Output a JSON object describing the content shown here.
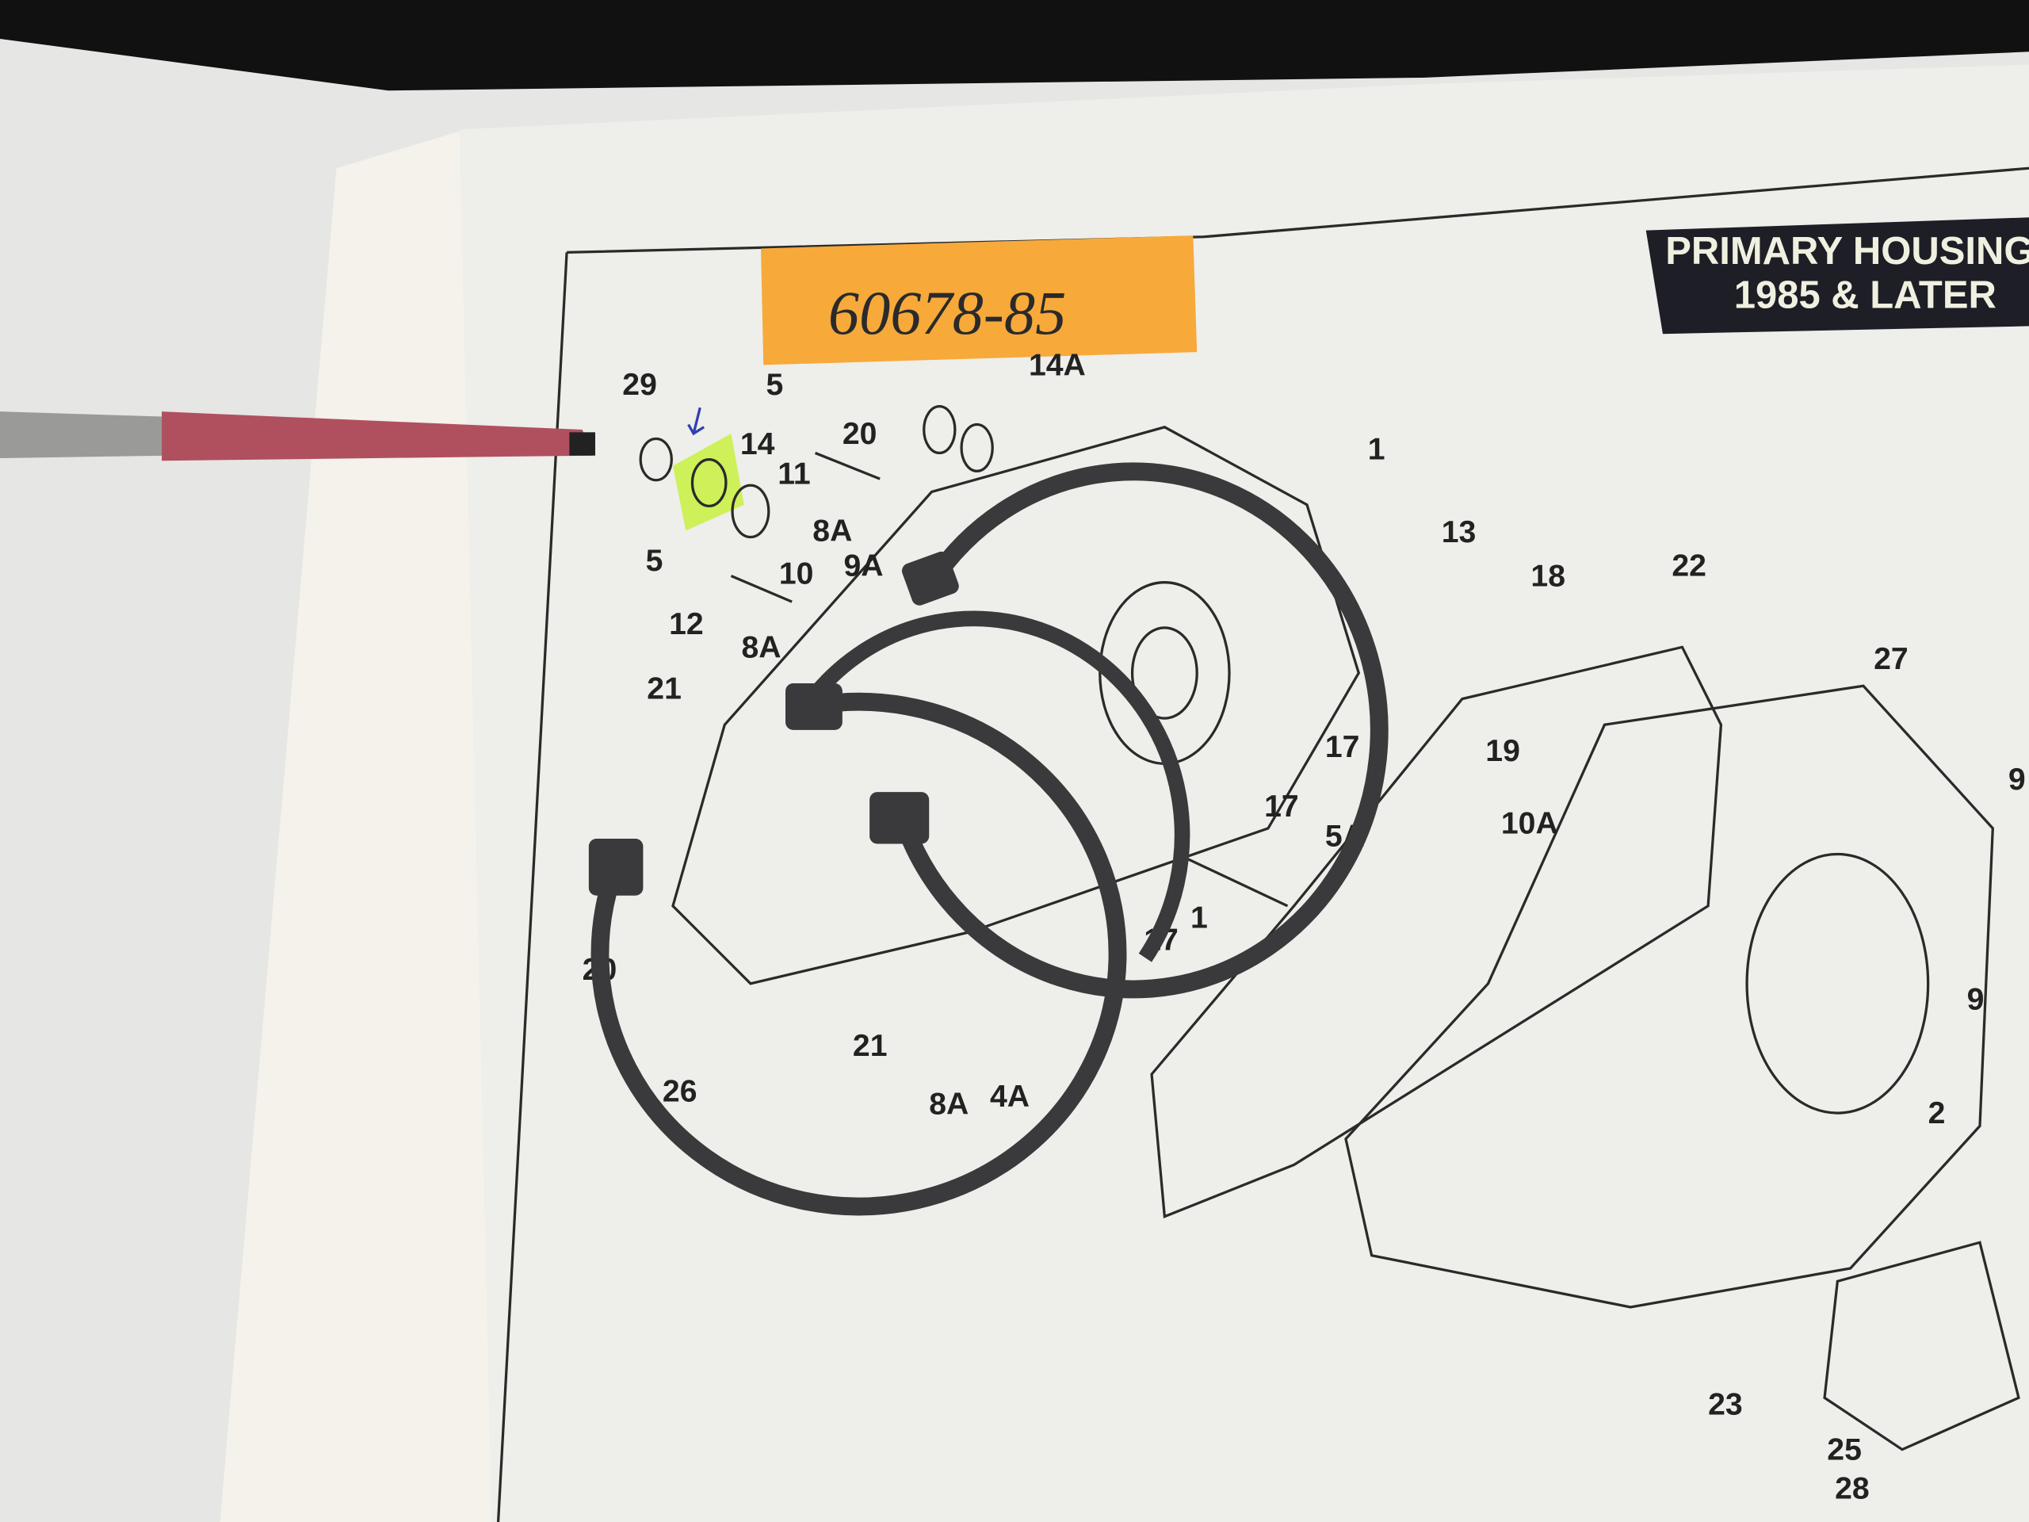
{
  "scene": {
    "description_labels": {
      "header_title_line1": "PRIMARY HOUSING",
      "header_title_line2": "1985 & LATER"
    },
    "sticky_note_text": "60678-85",
    "callouts": [
      "29",
      "5",
      "14A",
      "14",
      "11",
      "20",
      "8A",
      "9A",
      "1",
      "13",
      "18",
      "22",
      "5",
      "10",
      "12",
      "8A",
      "21",
      "17",
      "27",
      "19",
      "10A",
      "17",
      "5A",
      "1",
      "17",
      "9",
      "9",
      "20",
      "21",
      "26",
      "8A",
      "4A",
      "2",
      "23",
      "25",
      "28"
    ],
    "colors": {
      "note": "#f7a93a",
      "highlight": "#c8f040",
      "ring": "#3a3a3c",
      "page": "#eeeeea",
      "header_box": "#1e1e26"
    }
  }
}
